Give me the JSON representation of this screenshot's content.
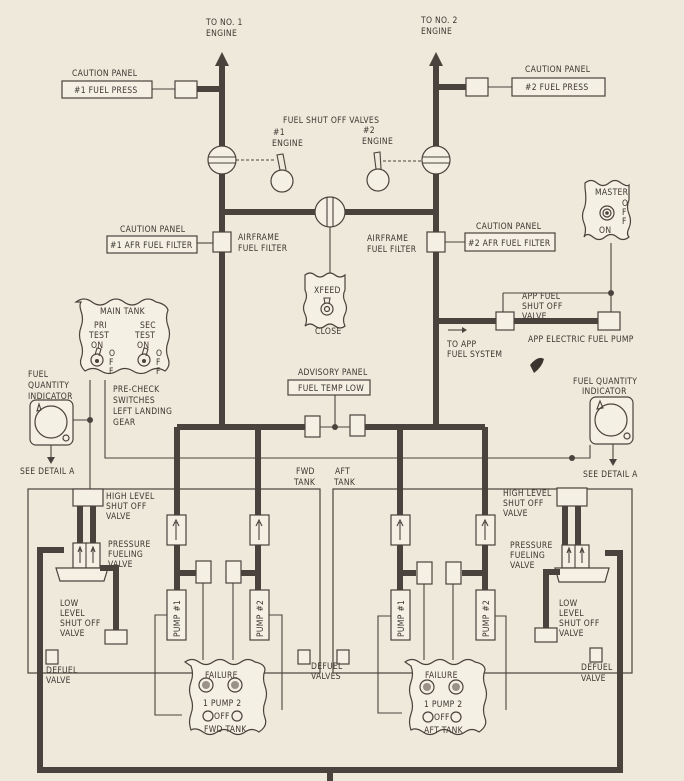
{
  "engines": {
    "to_no1": [
      "TO NO. 1",
      "ENGINE"
    ],
    "to_no2": [
      "TO NO. 2",
      "ENGINE"
    ],
    "eng1": [
      "#1",
      "ENGINE"
    ],
    "eng2": [
      "#2",
      "ENGINE"
    ]
  },
  "caution_label": "CAUTION PANEL",
  "fuel_press_1": "#1 FUEL PRESS",
  "fuel_press_2": "#2 FUEL PRESS",
  "shutoff_valves": "FUEL SHUT OFF VALVES",
  "afr_filter_1": "#1 AFR FUEL FILTER",
  "afr_filter_2": "#2 AFR FUEL FILTER",
  "airframe_filter": [
    "AIRFRAME",
    "FUEL FILTER"
  ],
  "xfeed": {
    "top": "XFEED",
    "bottom": "CLOSE"
  },
  "master": {
    "title": "MASTER",
    "off": [
      "O",
      "F",
      "F"
    ],
    "on": "ON"
  },
  "app": {
    "valve": [
      "APP FUEL",
      "SHUT OFF",
      "VALVE"
    ],
    "pump": "APP ELECTRIC FUEL PUMP",
    "to": [
      "TO APP",
      "FUEL SYSTEM"
    ]
  },
  "main_tank": {
    "title": "MAIN TANK",
    "pri": [
      "PRI",
      "TEST",
      "ON"
    ],
    "sec": [
      "SEC",
      "TEST",
      "ON"
    ],
    "off": [
      "O",
      "F",
      "F"
    ]
  },
  "precheck": [
    "PRE-CHECK",
    "SWITCHES",
    "LEFT LANDING",
    "GEAR"
  ],
  "fuel_qty": [
    "FUEL",
    "QUANTITY",
    "INDICATOR"
  ],
  "fuel_qty_right": [
    "FUEL QUANTITY",
    "INDICATOR"
  ],
  "see_detail": "SEE DETAIL A",
  "advisory": {
    "label": "ADVISORY PANEL",
    "box": "FUEL TEMP LOW"
  },
  "tanks": {
    "fwd": [
      "FWD",
      "TANK"
    ],
    "aft": [
      "AFT",
      "TANK"
    ]
  },
  "high_level": [
    "HIGH LEVEL",
    "SHUT OFF",
    "VALVE"
  ],
  "pressure_fueling": [
    "PRESSURE",
    "FUELING",
    "VALVE"
  ],
  "low_level": [
    "LOW",
    "LEVEL",
    "SHUT OFF",
    "VALVE"
  ],
  "pump1": "PUMP #1",
  "pump2": "PUMP #2",
  "defuel_valve": [
    "DEFUEL",
    "VALVE"
  ],
  "defuel_valves": [
    "DEFUEL",
    "VALVES"
  ],
  "failure": {
    "title": "FAILURE",
    "pump": "1 PUMP 2",
    "off": "OFF",
    "fwd": "FWD TANK",
    "aft": "AFT TANK"
  }
}
